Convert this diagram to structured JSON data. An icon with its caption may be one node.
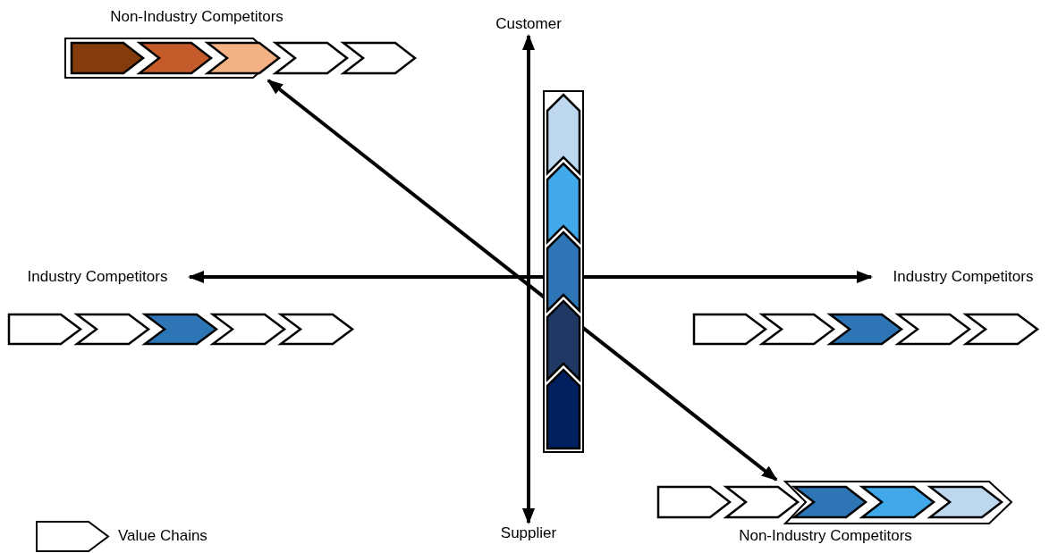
{
  "diagram": {
    "nodes": [
      {
        "text": [
          "Customer"
        ]
      },
      {
        "text": [
          "Supplier"
        ]
      },
      {
        "text": [
          "Industry Competitors"
        ]
      },
      {
        "text": [
          "Industry Competitors"
        ]
      },
      {
        "text": [
          "Non-Industry Competitors"
        ]
      },
      {
        "text": [
          "Non-Industry Competitors"
        ]
      }
    ],
    "edges": [
      {
        "from": 0,
        "to": 1,
        "arrow": "both"
      },
      {
        "from": 2,
        "to": 3,
        "arrow": "both"
      },
      {
        "from": 4,
        "to": 5,
        "arrow": "both"
      }
    ],
    "legend": [
      {
        "text": "Value Chains"
      }
    ]
  }
}
